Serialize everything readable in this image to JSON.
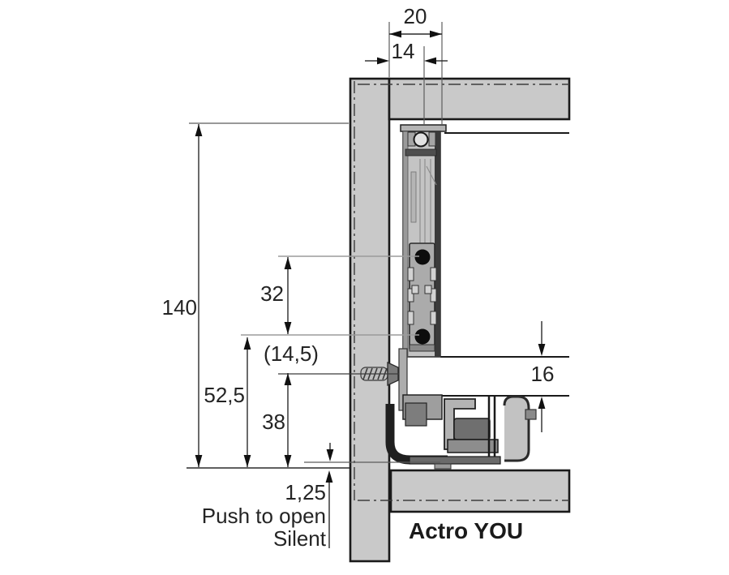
{
  "meta": {
    "drawing_type": "installation cross-section",
    "product": "Actro YOU"
  },
  "labels": {
    "dim_top_outer": "20",
    "dim_top_inner": "14",
    "dim_total_height": "140",
    "dim_hole_spacing": "32",
    "dim_hole_to_screw": "(14,5)",
    "dim_lower_height": "52,5",
    "dim_screw_height": "38",
    "dim_bottom_thickness": "16",
    "dim_bottom_gap": "1,25",
    "note_line1": "Push to open",
    "note_line2": "Silent",
    "product_label": "Actro YOU"
  },
  "colors": {
    "panel_fill": "#c9c9c9",
    "outline": "#1a1a1a",
    "dim_line": "#2a2a2a",
    "ext_line": "#5c5c5c",
    "hole_ext_line": "#9b9b9b",
    "hole_fill": "#0d0d0d",
    "mechanism_dark": "#3a3a3a",
    "mechanism_mid": "#9e9e9e",
    "mechanism_light": "#c4c4c4"
  }
}
